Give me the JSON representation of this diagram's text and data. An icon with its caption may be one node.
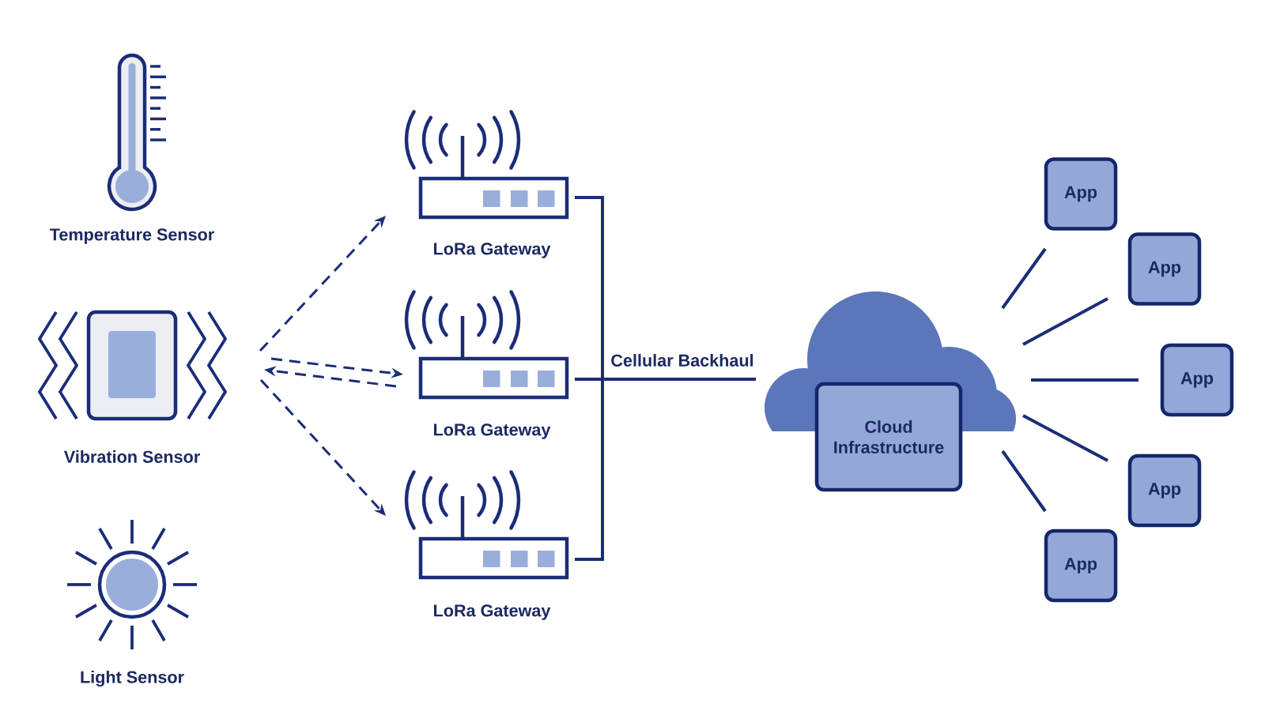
{
  "diagram": {
    "nodes": [
      {
        "text": [
          "Temperature Sensor"
        ]
      },
      {
        "text": [
          "Vibration Sensor"
        ]
      },
      {
        "text": [
          "Light Sensor"
        ]
      },
      {
        "text": [
          "LoRa Gateway"
        ]
      },
      {
        "text": [
          "LoRa Gateway"
        ]
      },
      {
        "text": [
          "LoRa Gateway"
        ]
      },
      {
        "text": [],
        "shape": "cloud"
      },
      {
        "text": [
          "Cloud Infrastructure"
        ]
      },
      {
        "text": [
          "App"
        ]
      },
      {
        "text": [
          "App"
        ]
      },
      {
        "text": [
          "App"
        ]
      },
      {
        "text": [
          "App"
        ]
      },
      {
        "text": [
          "App"
        ]
      }
    ],
    "edges": [
      {
        "from": 1,
        "to": 3,
        "arrow": "to",
        "style": "dashed"
      },
      {
        "from": 1,
        "to": 4,
        "arrow": "to",
        "style": "dashed"
      },
      {
        "from": 4,
        "to": 1,
        "arrow": "to",
        "style": "dashed"
      },
      {
        "from": 1,
        "to": 5,
        "arrow": "to",
        "style": "dashed"
      },
      {
        "from": 3,
        "to": 6,
        "arrow": "none"
      },
      {
        "from": 4,
        "to": 6,
        "arrow": "none",
        "label": "Cellular Backhaul"
      },
      {
        "from": 5,
        "to": 6,
        "arrow": "none"
      },
      {
        "from": 6,
        "to": 8,
        "arrow": "none"
      },
      {
        "from": 6,
        "to": 9,
        "arrow": "none"
      },
      {
        "from": 6,
        "to": 10,
        "arrow": "none"
      },
      {
        "from": 6,
        "to": 11,
        "arrow": "none"
      },
      {
        "from": 6,
        "to": 12,
        "arrow": "none"
      }
    ]
  }
}
